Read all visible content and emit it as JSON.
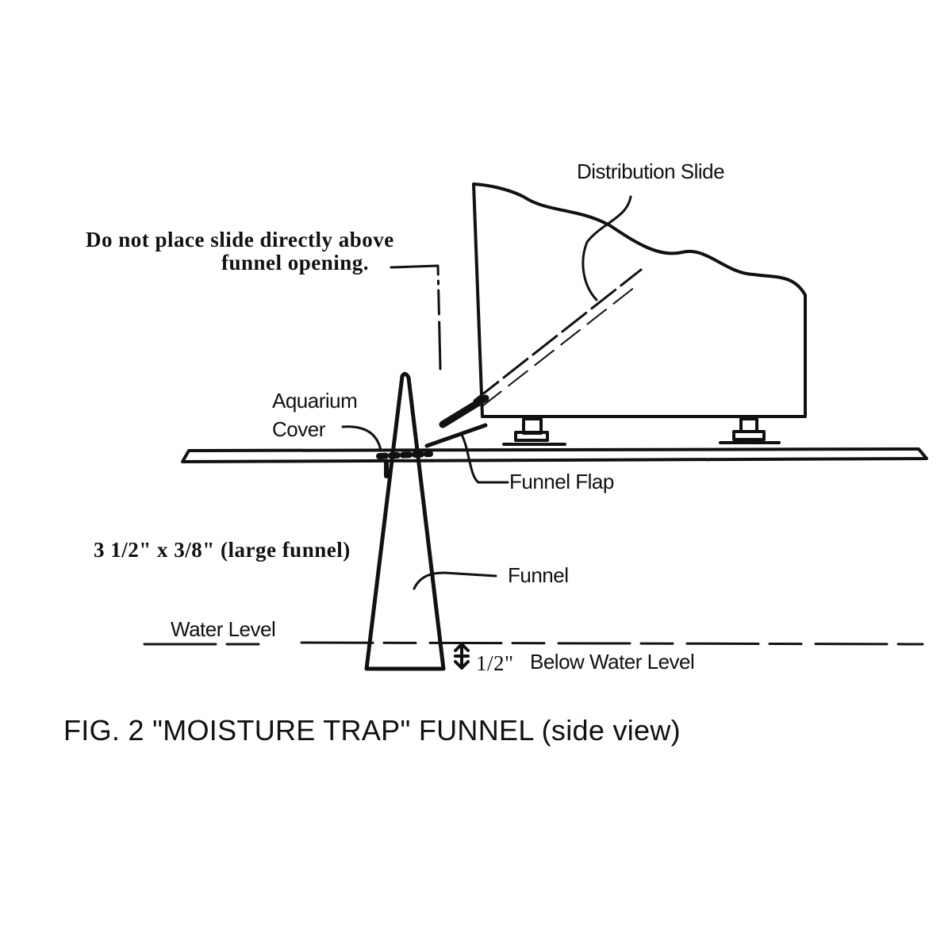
{
  "labels": {
    "distribution_slide": "Distribution Slide",
    "warning_line1": "Do not place slide directly above",
    "warning_line2": "funnel opening.",
    "aquarium_cover_line1": "Aquarium",
    "aquarium_cover_line2": "Cover",
    "funnel_flap": "Funnel Flap",
    "funnel": "Funnel",
    "funnel_size": "3 1/2\" x 3/8\" (large funnel)",
    "water_level": "Water Level",
    "depth_value": "1/2\"",
    "depth_note": "Below Water Level"
  },
  "caption": "FIG. 2  \"MOISTURE TRAP\" FUNNEL (side view)",
  "colors": {
    "ink": "#111111",
    "background": "#ffffff"
  }
}
